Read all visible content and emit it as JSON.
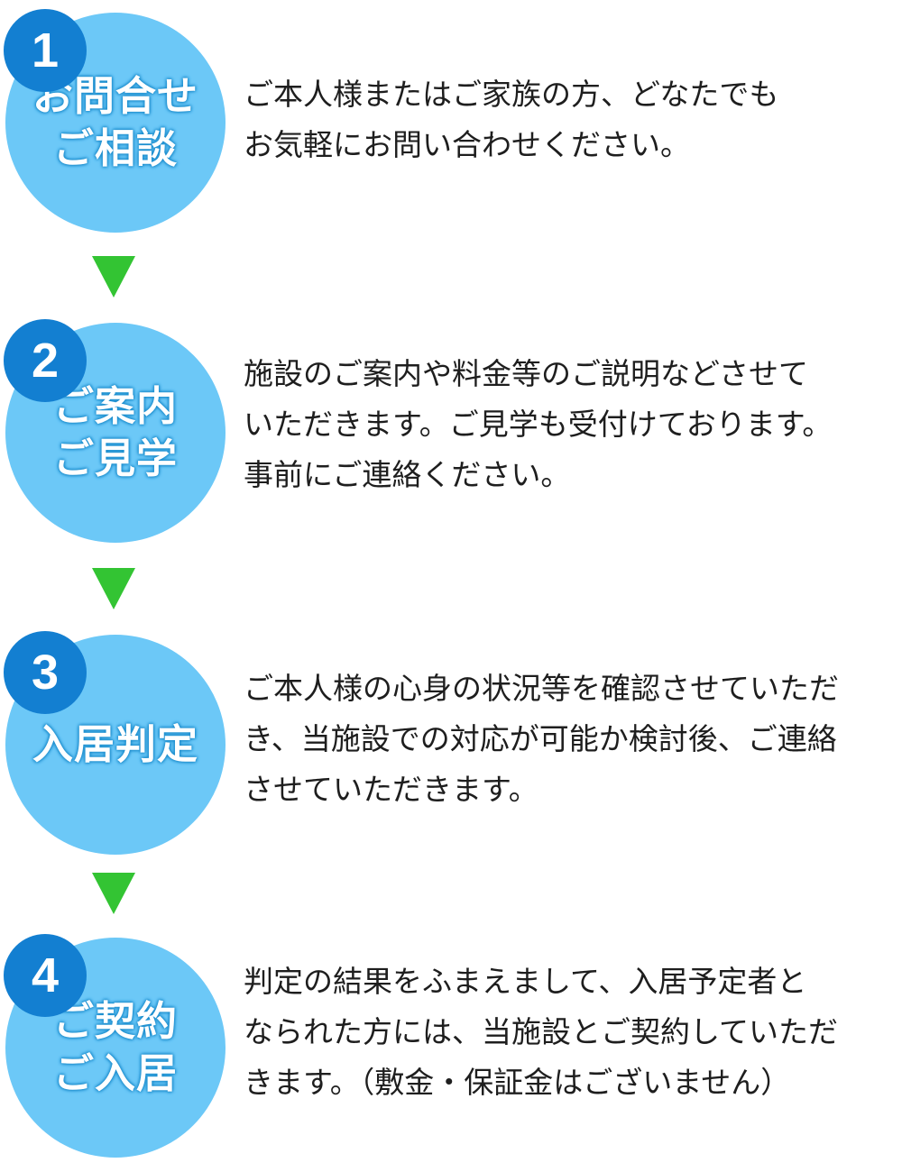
{
  "colors": {
    "circle": "#6cc8f7",
    "badge": "#137fd1",
    "title_outline": "#1a8ccd",
    "arrow": "#33c433",
    "text": "#1e1e1e"
  },
  "steps": [
    {
      "number": "1",
      "title": [
        "お問合せ",
        "ご相談"
      ],
      "description": [
        "ご本人様またはご家族の方、どなたでも",
        "お気軽にお問い合わせください。"
      ]
    },
    {
      "number": "2",
      "title": [
        "ご案内",
        "ご見学"
      ],
      "description": [
        "施設のご案内や料金等のご説明などさせて",
        "いただきます。ご見学も受付けております。",
        "事前にご連絡ください。"
      ]
    },
    {
      "number": "3",
      "title": [
        "入居判定"
      ],
      "description": [
        "ご本人様の心身の状況等を確認させていただ",
        "き、当施設での対応が可能か検討後、ご連絡",
        "させていただきます。"
      ]
    },
    {
      "number": "4",
      "title": [
        "ご契約",
        "ご入居"
      ],
      "description": [
        "判定の結果をふまえまして、入居予定者と",
        "なられた方には、当施設とご契約していただ",
        "きます。（敷金・保証金はございません）"
      ]
    }
  ]
}
